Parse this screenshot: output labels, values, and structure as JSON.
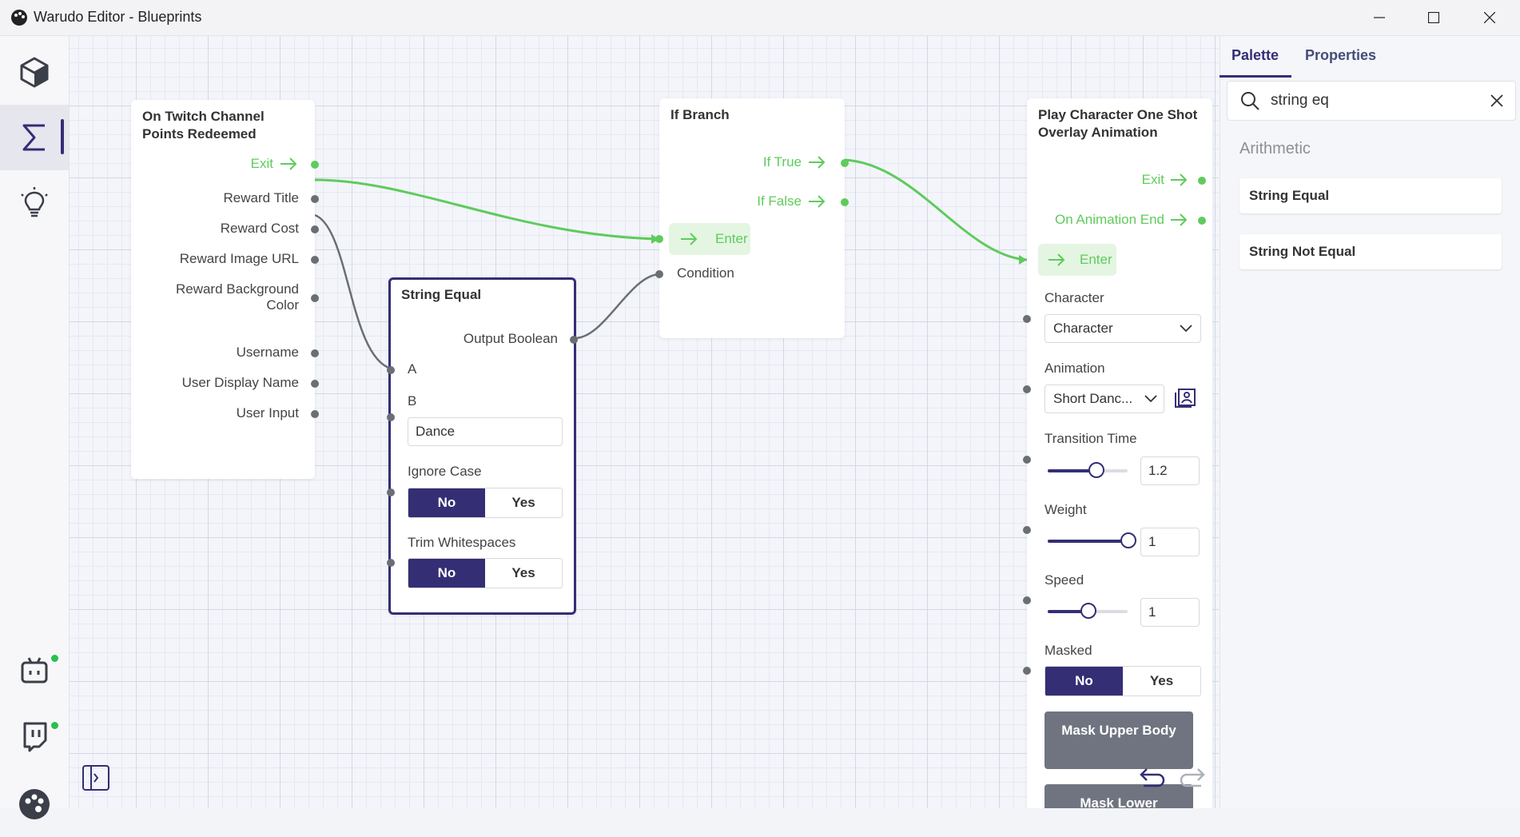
{
  "window": {
    "title": "Warudo Editor - Blueprints"
  },
  "rail": {
    "items": [
      {
        "icon": "cube-icon",
        "active": false
      },
      {
        "icon": "sigma-icon",
        "active": true
      },
      {
        "icon": "lightbulb-icon",
        "active": false
      },
      {
        "icon": "robot-icon",
        "status": "online"
      },
      {
        "icon": "twitch-icon",
        "status": "online"
      },
      {
        "icon": "palette-icon"
      }
    ]
  },
  "nodes": {
    "twitch": {
      "title": "On Twitch Channel Points Redeemed",
      "exit": "Exit",
      "outputs": [
        "Reward Title",
        "Reward Cost",
        "Reward Image URL",
        "Reward Background Color",
        "Username",
        "User Display Name",
        "User Input"
      ]
    },
    "string_equal": {
      "title": "String Equal",
      "output": "Output Boolean",
      "a_label": "A",
      "b_label": "B",
      "b_value": "Dance",
      "ignore_case_label": "Ignore Case",
      "trim_label": "Trim Whitespaces",
      "no": "No",
      "yes": "Yes"
    },
    "if_branch": {
      "title": "If Branch",
      "if_true": "If True",
      "if_false": "If False",
      "enter": "Enter",
      "condition": "Condition"
    },
    "play_anim": {
      "title": "Play Character One Shot Overlay Animation",
      "exit": "Exit",
      "on_anim_end": "On Animation End",
      "enter": "Enter",
      "character_label": "Character",
      "character_value": "Character",
      "animation_label": "Animation",
      "animation_value": "Short Danc...",
      "transition_label": "Transition Time",
      "transition_value": "1.2",
      "transition_level": 0.6,
      "weight_label": "Weight",
      "weight_value": "1",
      "weight_level": 1.0,
      "speed_label": "Speed",
      "speed_value": "1",
      "speed_level": 0.5,
      "masked_label": "Masked",
      "no": "No",
      "yes": "Yes",
      "mask_upper": "Mask Upper Body",
      "mask_lower": "Mask Lower"
    }
  },
  "panel": {
    "tabs": [
      "Palette",
      "Properties"
    ],
    "active_tab": "Palette",
    "search_value": "string eq",
    "group": "Arithmetic",
    "items": [
      "String Equal",
      "String Not Equal"
    ]
  },
  "colors": {
    "accent": "#342e75",
    "flow": "#5fcb5c",
    "data": "#6a6e75"
  }
}
